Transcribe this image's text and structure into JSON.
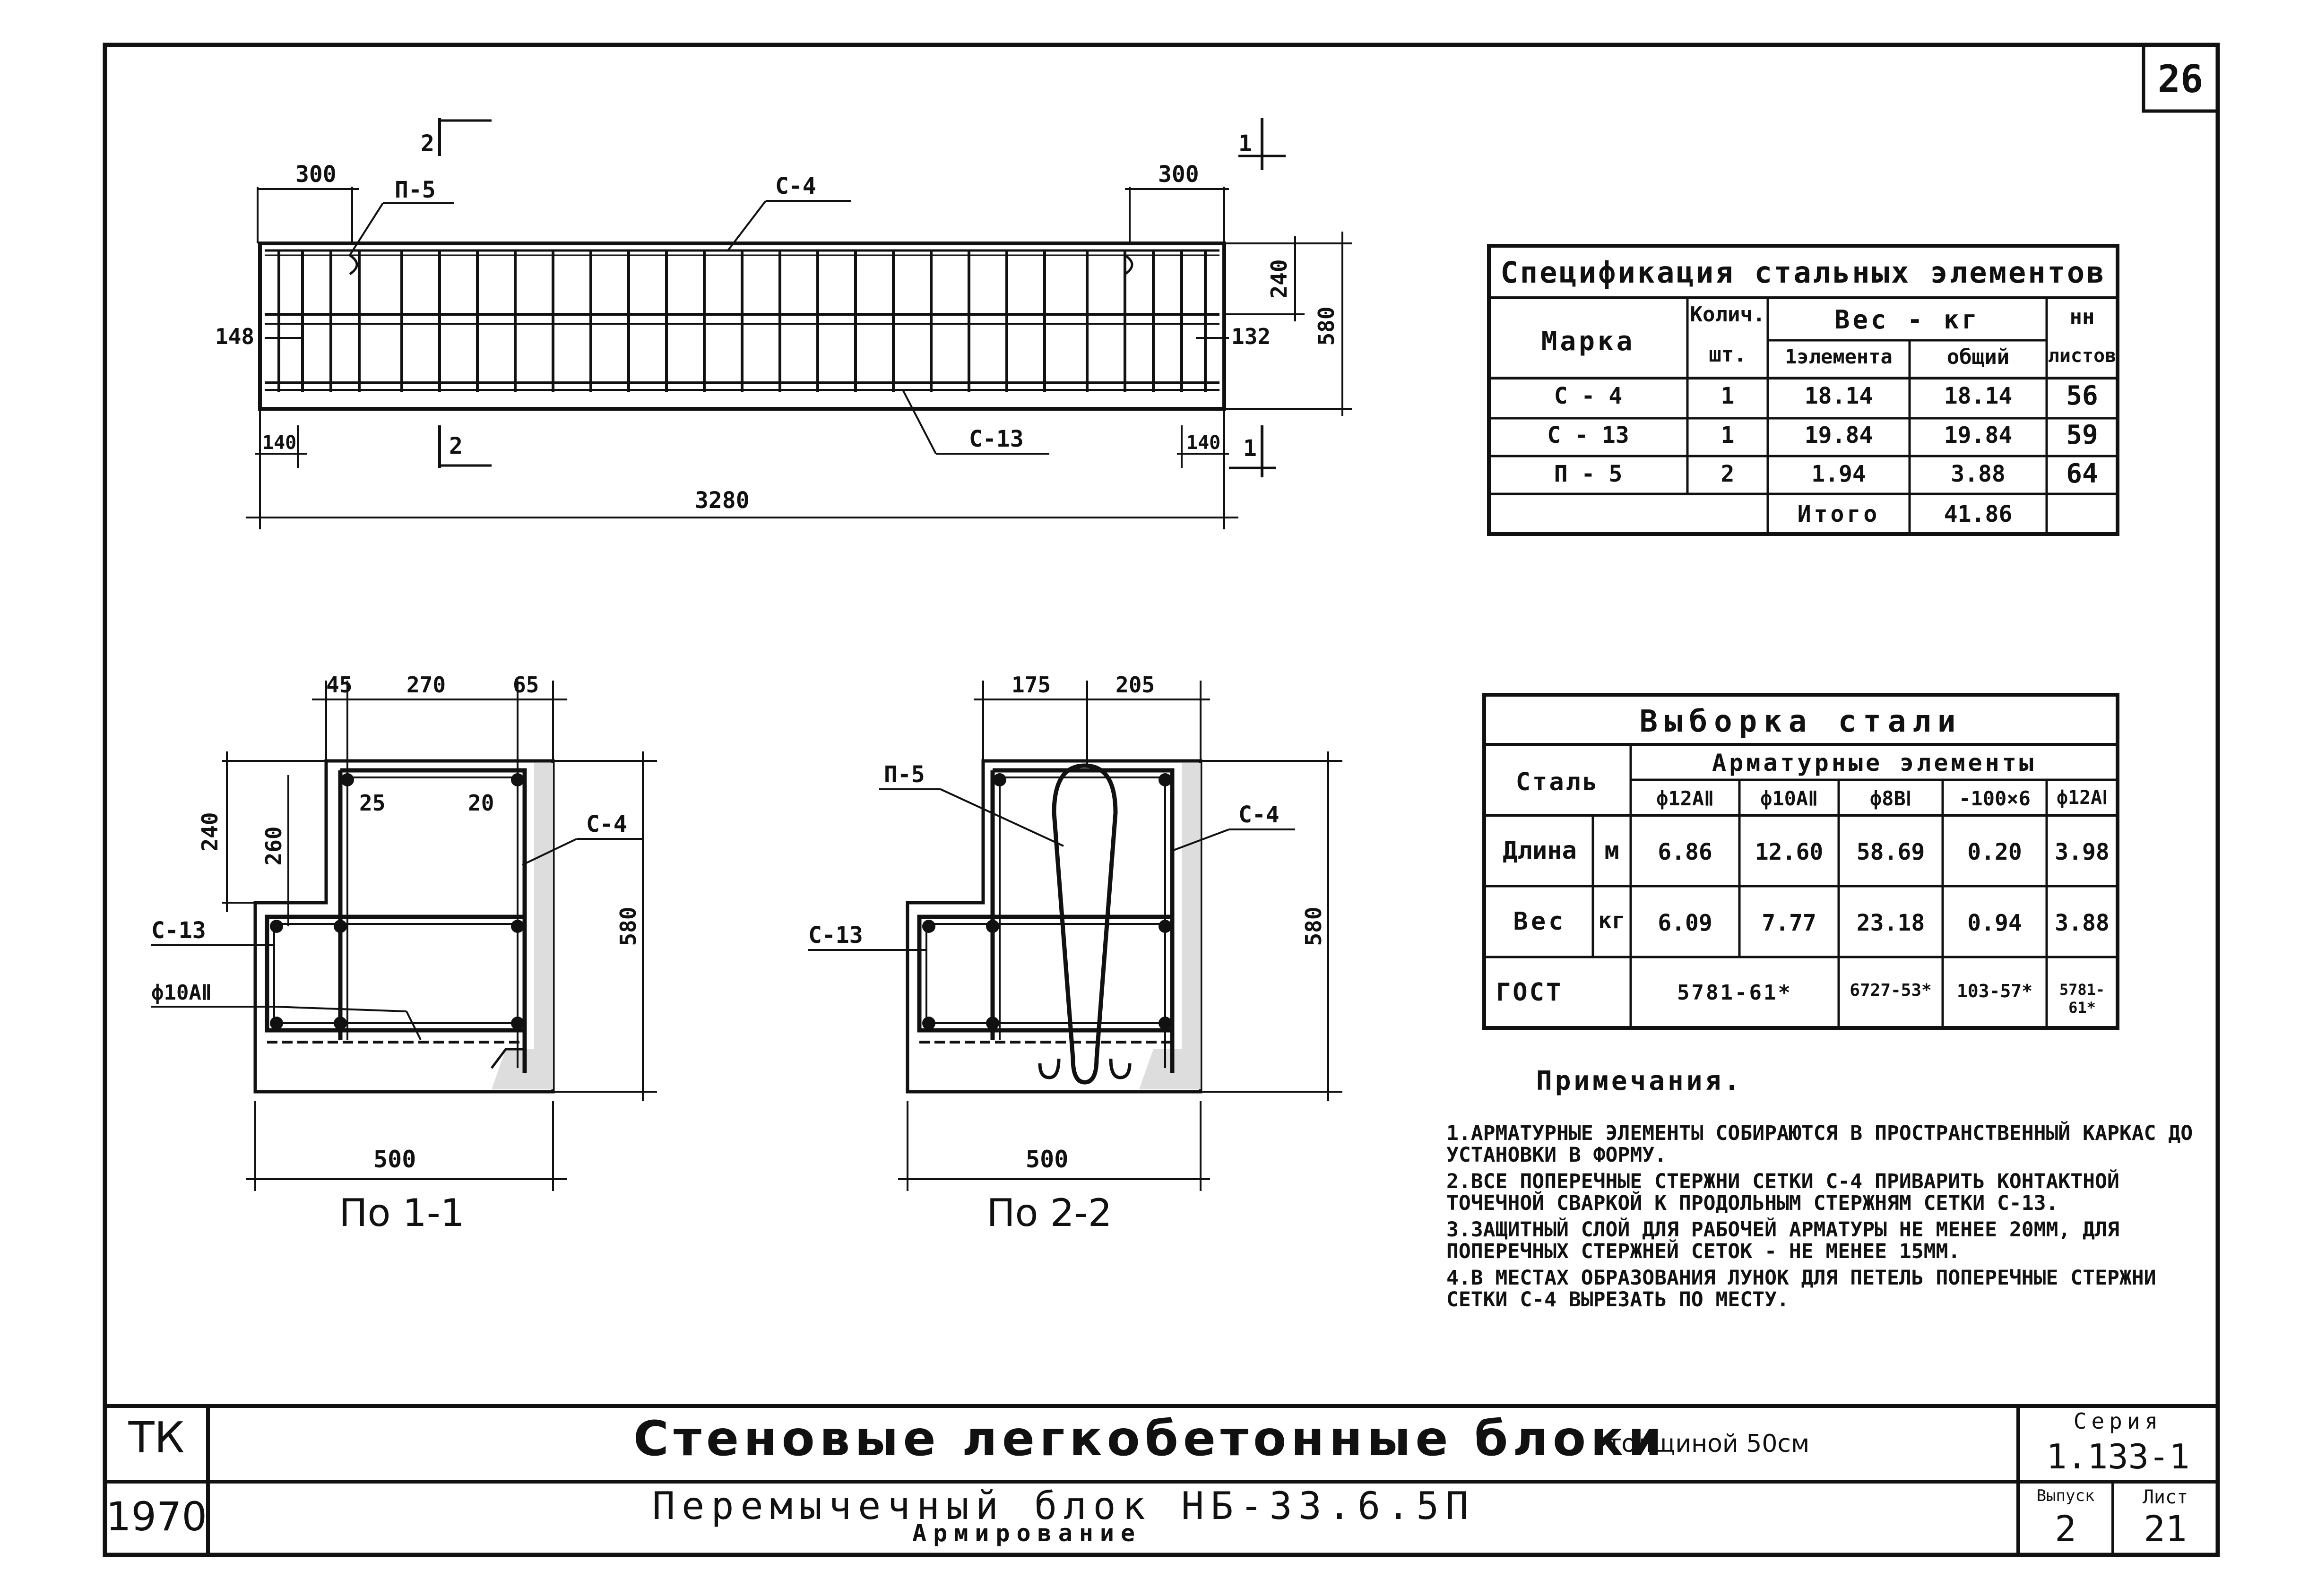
{
  "page_number": "26",
  "elevation": {
    "dims": {
      "left_offset": "300",
      "right_offset": "300",
      "d240": "240",
      "d580": "580",
      "d148": "148",
      "d132": "132",
      "d140_left": "140",
      "d140_right": "140",
      "total": "3280"
    },
    "labels": {
      "p5": "П-5",
      "c4": "С-4",
      "c13": "С-13",
      "sec1_top": "1",
      "sec1_bot": "1",
      "sec2_top": "2",
      "sec2_bot": "2"
    }
  },
  "section1": {
    "dims": {
      "d45": "45",
      "d270": "270",
      "d65": "65",
      "d240": "240",
      "d260": "260",
      "d25": "25",
      "d20": "20",
      "d580": "580",
      "d500": "500"
    },
    "labels": {
      "c4": "С-4",
      "c13": "С-13",
      "rebar": "ф10АⅡ"
    },
    "caption": "По 1-1"
  },
  "section2": {
    "dims": {
      "d175": "175",
      "d205": "205",
      "d580": "580",
      "d500": "500"
    },
    "labels": {
      "p5": "П-5",
      "c4": "С-4",
      "c13": "С-13"
    },
    "caption": "По 2-2"
  },
  "spec_table": {
    "title": "Спецификация стальных элементов",
    "headers": {
      "mark": "Марка",
      "qty": "Колич.",
      "qty_unit": "шт.",
      "weight": "Вес - кг",
      "element": "1элемента",
      "total": "общий",
      "sheet_nn": "нн",
      "sheet": "листов"
    },
    "rows": [
      {
        "mark": "С - 4",
        "qty": "1",
        "element": "18.14",
        "total": "18.14",
        "sheet": "56"
      },
      {
        "mark": "С - 13",
        "qty": "1",
        "element": "19.84",
        "total": "19.84",
        "sheet": "59"
      },
      {
        "mark": "П - 5",
        "qty": "2",
        "element": "1.94",
        "total": "3.88",
        "sheet": "64"
      }
    ],
    "itogo_label": "Итого",
    "itogo_value": "41.86"
  },
  "steel_table": {
    "title": "Выборка стали",
    "steel": "Сталь",
    "group": "Арматурные элементы",
    "cols": [
      "ф12АⅡ",
      "ф10АⅡ",
      "ф8ВⅠ",
      "-100×6",
      "ф12АⅠ"
    ],
    "rows": [
      {
        "name": "Длина",
        "unit": "м",
        "values": [
          "6.86",
          "12.60",
          "58.69",
          "0.20",
          "3.98"
        ]
      },
      {
        "name": "Вес",
        "unit": "кг",
        "values": [
          "6.09",
          "7.77",
          "23.18",
          "0.94",
          "3.88"
        ]
      }
    ],
    "gost_label": "ГОСТ",
    "gost": [
      "5781-61*",
      "6727-53*",
      "103-57*",
      "5781-61*"
    ]
  },
  "notes": {
    "title": "Примечания.",
    "items": [
      "1.Арматурные элементы собираются в пространственный каркас до установки в форму.",
      "2.Все поперечные стержни сетки С-4 приварить контактной точечной сваркой к продольным стержням сетки С-13.",
      "3.Защитный слой для рабочей арматуры не менее 20мм, для поперечных стержней сеток - не менее 15мм.",
      "4.В местах образования лунок для петель поперечные стержни сетки С-4 вырезать по месту."
    ]
  },
  "stamp": {
    "org": "ТК",
    "year": "1970",
    "title": "Стеновые легкобетонные блоки",
    "title_suffix": "толщиной 50см",
    "subtitle": "Перемычечный блок НБ-33.6.5П",
    "subtitle2": "Армирование",
    "series_label": "Серия",
    "series": "1.133-1",
    "issue_label": "Выпуск",
    "issue": "2",
    "sheet_label": "Лист",
    "sheet": "21"
  }
}
